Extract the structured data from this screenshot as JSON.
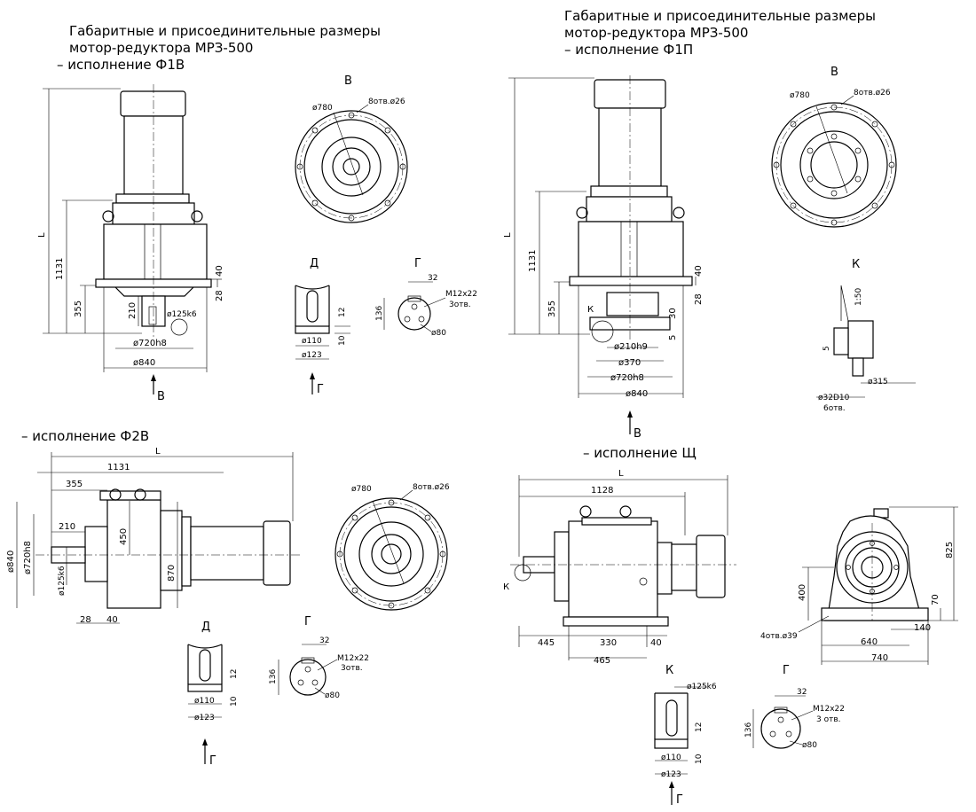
{
  "views": {
    "f1v": {
      "title": [
        "Габаритные и присоединительные размеры",
        "мотор-редуктора МРЗ-500",
        "– исполнение Ф1В"
      ],
      "dims": {
        "L": "L",
        "h1131": "1131",
        "h355": "355",
        "h210": "210",
        "h40": "40",
        "h28": "28",
        "d125": "ø125k6",
        "d720": "ø720h8",
        "d840": "ø840"
      },
      "arrow": "В"
    },
    "f1v_view_b": {
      "label": "В",
      "d780": "ø780",
      "holes": "8отв.ø26"
    },
    "f1v_view_d": {
      "label": "Д",
      "h12": "12",
      "h10": "10",
      "d110": "ø110",
      "d123": "ø123",
      "arrow": "Г"
    },
    "f1v_view_g": {
      "label": "Г",
      "w32": "32",
      "h136": "136",
      "thread": "М12х22",
      "thread_n": "3отв.",
      "d80": "ø80"
    },
    "f1p": {
      "title": [
        "Габаритные и присоединительные размеры",
        "мотор-редуктора МРЗ-500",
        "– исполнение Ф1П"
      ],
      "dims": {
        "L": "L",
        "h1131": "1131",
        "h355": "355",
        "h40": "40",
        "h28": "28",
        "h30": "30",
        "h5": "5",
        "d210": "ø210h9",
        "d370": "ø370",
        "d720": "ø720h8",
        "d840": "ø840",
        "k": "К"
      },
      "arrow": "В"
    },
    "f1p_view_b": {
      "label": "В",
      "d780": "ø780",
      "holes": "8отв.ø26"
    },
    "f1p_view_k": {
      "label": "К",
      "slope": "1:50",
      "h5": "5",
      "d315": "ø315",
      "d32": "ø32D10",
      "holes": "6отв."
    },
    "f2v": {
      "title": "– исполнение Ф2В",
      "dims": {
        "L": "L",
        "w1131": "1131",
        "w355": "355",
        "w210": "210",
        "h450": "450",
        "h870": "870",
        "d840": "ø840",
        "d720": "ø720h8",
        "d125": "ø125k6",
        "w28": "28",
        "w40": "40"
      }
    },
    "f2v_view_b": {
      "d780": "ø780",
      "holes": "8отв.ø26"
    },
    "f2v_view_d": {
      "label": "Д",
      "h12": "12",
      "h10": "10",
      "d110": "ø110",
      "d123": "ø123",
      "arrow": "Г"
    },
    "f2v_view_g": {
      "label": "Г",
      "w32": "32",
      "h136": "136",
      "thread": "М12х22",
      "thread_n": "3отв.",
      "d80": "ø80"
    },
    "shch": {
      "title": "– исполнение Щ",
      "dims": {
        "L": "L",
        "w1128": "1128",
        "w445": "445",
        "w330": "330",
        "w40": "40",
        "w465": "465",
        "k": "К"
      }
    },
    "shch_end": {
      "h400": "400",
      "h825": "825",
      "h70": "70",
      "w140": "140",
      "w640": "640",
      "w740": "740",
      "holes": "4отв.ø39"
    },
    "shch_view_k": {
      "label": "К",
      "d125": "ø125k6",
      "h12": "12",
      "h10": "10",
      "d110": "ø110",
      "d123": "ø123",
      "arrow": "Г"
    },
    "shch_view_g": {
      "label": "Г",
      "w32": "32",
      "h136": "136",
      "thread": "М12х22",
      "thread_n": "3 отв.",
      "d80": "ø80"
    }
  }
}
